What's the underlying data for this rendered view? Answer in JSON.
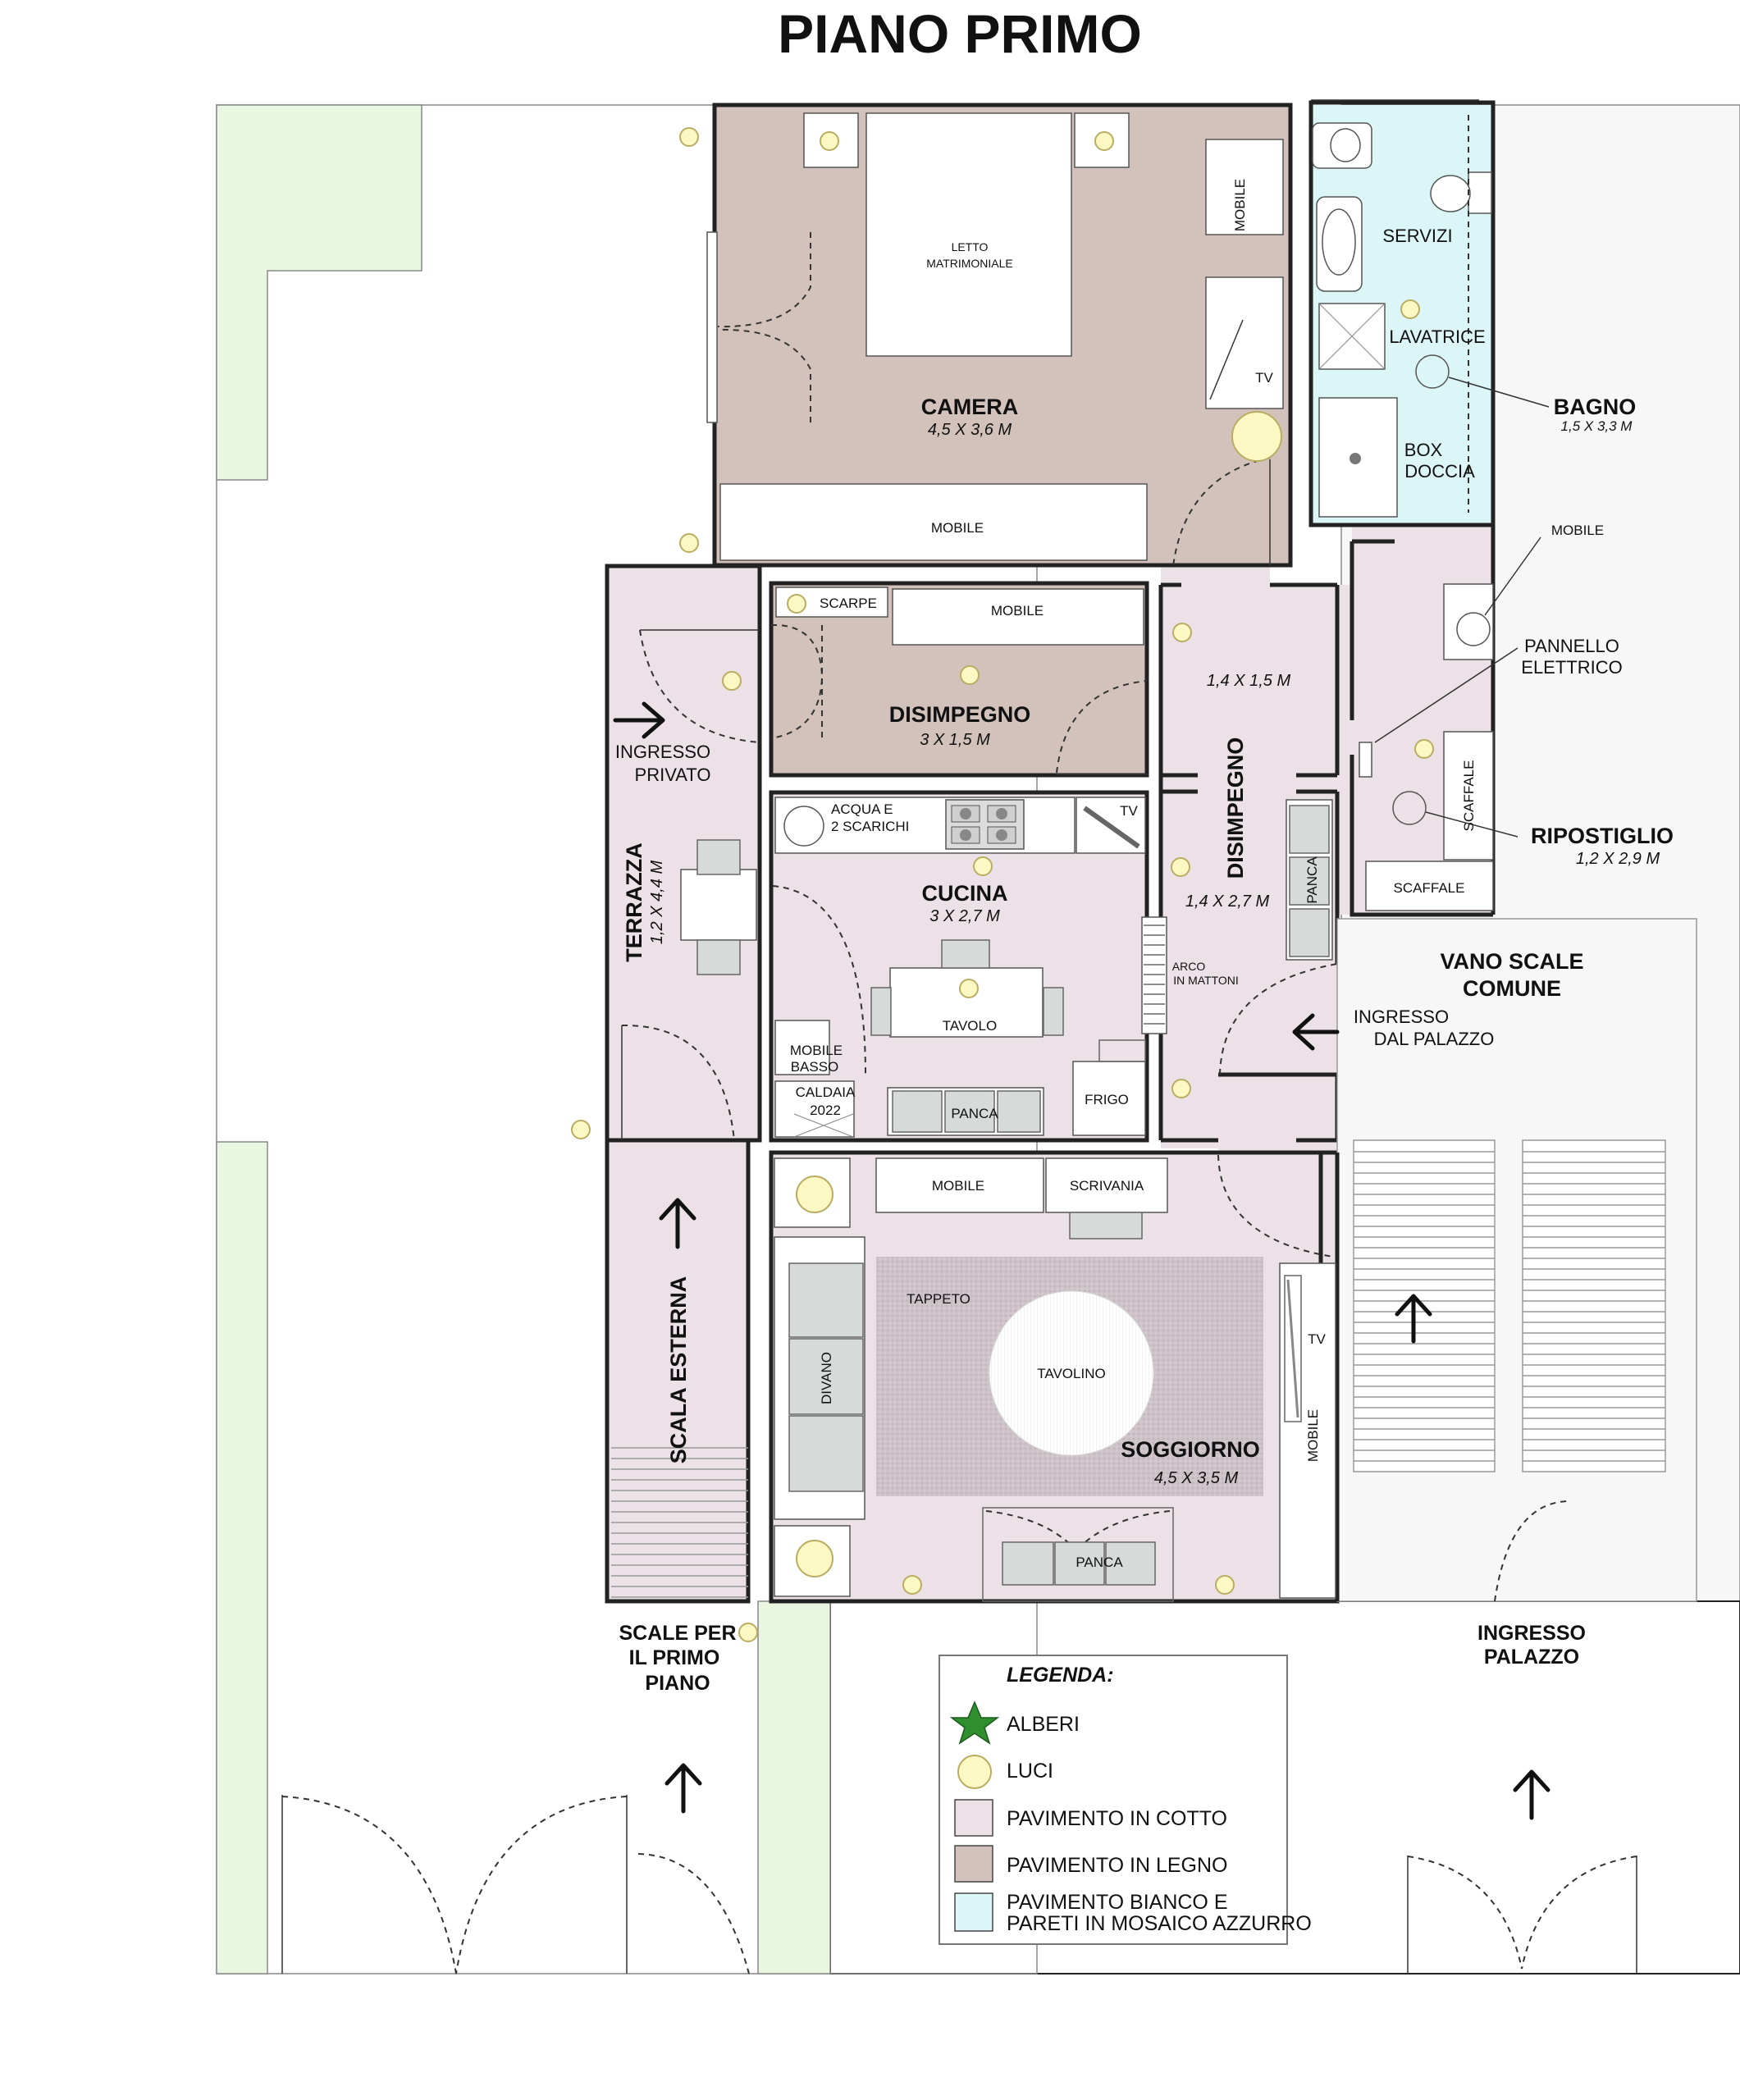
{
  "title": "PIANO PRIMO",
  "colors": {
    "cotto": "#ece1e6",
    "legno": "#d3c2bb",
    "bagno": "#dcf6f7",
    "giardino": "#e9f6e0",
    "esterno": "#f6f7f6",
    "luce": "#fcf8c4",
    "albero": "#2f8f2f",
    "tappeto": "#cdc3c8"
  },
  "rooms": {
    "camera": {
      "name": "CAMERA",
      "size": "4,5 X 3,6 M"
    },
    "bagno": {
      "name": "BAGNO",
      "size": "1,5 X 3,3 M"
    },
    "disimpegno": {
      "name": "DISIMPEGNO",
      "size": "3 X 1,5 M"
    },
    "disimpegno_corridor": {
      "name": "DISIMPEGNO",
      "size_top": "1,4 X 1,5 M",
      "size_bottom": "1,4 X 2,7 M"
    },
    "ripostiglio": {
      "name": "RIPOSTIGLIO",
      "size": "1,2 X 2,9 M"
    },
    "cucina": {
      "name": "CUCINA",
      "size": "3 X 2,7 M"
    },
    "terrazza": {
      "name": "TERRAZZA",
      "size": "1,2 X 4,4 M"
    },
    "soggiorno": {
      "name": "SOGGIORNO",
      "size": "4,5 X 3,5 M"
    },
    "scala_esterna": {
      "name": "SCALA ESTERNA"
    },
    "vano_scale": {
      "line1": "VANO SCALE",
      "line2": "COMUNE"
    }
  },
  "furniture": {
    "letto": {
      "line1": "LETTO",
      "line2": "MATRIMONIALE"
    },
    "mobile": "MOBILE",
    "tv": "TV",
    "scarpe": "SCARPE",
    "servizi": "SERVIZI",
    "lavatrice": "LAVATRICE",
    "box_doccia": {
      "line1": "BOX",
      "line2": "DOCCIA"
    },
    "pannello": {
      "line1": "PANNELLO",
      "line2": "ELETTRICO"
    },
    "scaffale": "SCAFFALE",
    "acqua": {
      "line1": "ACQUA E",
      "line2": "2 SCARICHI"
    },
    "panca": "PANCA",
    "arco": {
      "line1": "ARCO",
      "line2": "IN MATTONI"
    },
    "tavolo": "TAVOLO",
    "mobile_basso": {
      "line1": "MOBILE",
      "line2": "BASSO"
    },
    "caldaia": {
      "line1": "CALDAIA",
      "line2": "2022"
    },
    "frigo": "FRIGO",
    "scrivania": "SCRIVANIA",
    "tappeto": "TAPPETO",
    "tavolino": "TAVOLINO",
    "divano": "DIVANO"
  },
  "entrances": {
    "privato": {
      "line1": "INGRESSO",
      "line2": "PRIVATO"
    },
    "palazzo_interno": {
      "line1": "INGRESSO",
      "line2": "DAL PALAZZO"
    },
    "palazzo": {
      "line1": "INGRESSO",
      "line2": "PALAZZO"
    },
    "scale_primo": {
      "line1": "SCALE PER",
      "line2": "IL PRIMO",
      "line3": "PIANO"
    }
  },
  "legend": {
    "title": "LEGENDA:",
    "items": [
      {
        "label": "ALBERI"
      },
      {
        "label": "LUCI"
      },
      {
        "label": "PAVIMENTO IN COTTO"
      },
      {
        "label": "PAVIMENTO IN LEGNO"
      },
      {
        "label": "PAVIMENTO BIANCO E",
        "label2": "PARETI IN MOSAICO AZZURRO"
      }
    ]
  }
}
